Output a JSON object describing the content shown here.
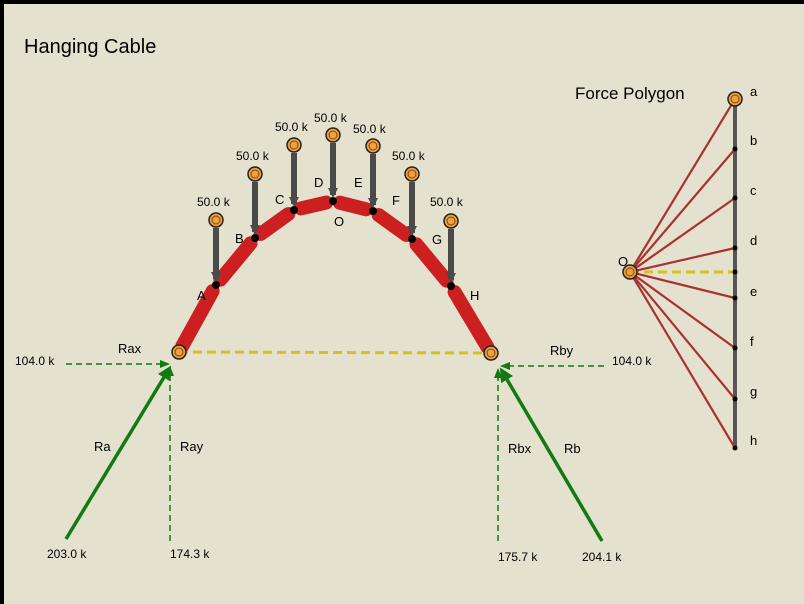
{
  "title": "Hanging Cable",
  "polygon_title": "Force Polygon",
  "colors": {
    "background": "#e5e1cf",
    "cable": "#cc1f1f",
    "load_arrow": "#4a4a4a",
    "reaction": "#117a11",
    "dashed_component": "#117a11",
    "closing_line": "#d4c21c",
    "ray": "#a83232",
    "load_line": "#555555",
    "handle_fill": "#f0a040",
    "handle_ring": "#7a4a10"
  },
  "joints": [
    {
      "id": "A",
      "label": "A"
    },
    {
      "id": "B",
      "label": "B"
    },
    {
      "id": "C",
      "label": "C"
    },
    {
      "id": "D",
      "label": "D"
    },
    {
      "id": "E",
      "label": "E"
    },
    {
      "id": "F",
      "label": "F"
    },
    {
      "id": "G",
      "label": "G"
    },
    {
      "id": "H",
      "label": "H"
    },
    {
      "id": "O",
      "label": "O"
    }
  ],
  "loads": [
    {
      "label": "50.0 k"
    },
    {
      "label": "50.0 k"
    },
    {
      "label": "50.0 k"
    },
    {
      "label": "50.0 k"
    },
    {
      "label": "50.0 k"
    },
    {
      "label": "50.0 k"
    },
    {
      "label": "50.0 k"
    }
  ],
  "reactions": {
    "left": {
      "resultant_label": "Ra",
      "resultant_value": "203.0 k",
      "horizontal_label": "Rax",
      "horizontal_value": "104.0 k",
      "vertical_label": "Ray",
      "vertical_value": "174.3 k"
    },
    "right": {
      "resultant_label": "Rb",
      "resultant_value": "204.1 k",
      "horizontal_label": "Rby",
      "horizontal_value": "104.0 k",
      "vertical_label": "Rbx",
      "vertical_value": "175.7 k"
    }
  },
  "force_polygon": {
    "pole_label": "O",
    "points": [
      "a",
      "b",
      "c",
      "d",
      "e",
      "f",
      "g",
      "h"
    ]
  },
  "icons": {
    "handle": "draggable-handle-icon"
  }
}
